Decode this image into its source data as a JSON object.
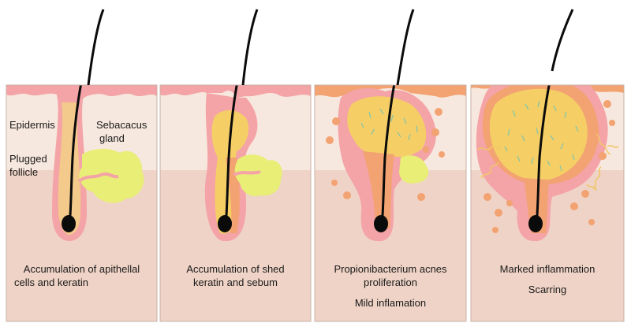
{
  "labels": {
    "epidermis": "Epidermis",
    "sebaceous_line1": "Sebacacus",
    "sebaceous_line2": "gland",
    "plugged_line1": "Plugged",
    "plugged_line2": "follicle"
  },
  "stages": [
    {
      "caption_line1": "Accumulation of apithellal",
      "caption_line2": "cells and keratin",
      "caption_extra": ""
    },
    {
      "caption_line1": "Accumulation of shed",
      "caption_line2": "keratin and sebum",
      "caption_extra": ""
    },
    {
      "caption_line1": "Propionibacterium acnes",
      "caption_line2": "proliferation",
      "caption_extra": "Mild inflamation"
    },
    {
      "caption_line1": "Marked inflammation",
      "caption_line2": "",
      "caption_extra": "Scarring"
    }
  ],
  "colors": {
    "skin_upper": "#f6e8de",
    "skin_lower": "#efd3c6",
    "border": "#c9b2a6",
    "epidermis": "#f4a3a6",
    "follicle_plug": "#f5cf66",
    "sebum": "#e8ee76",
    "inflamed": "#f3a271",
    "hair": "#0b0b0b"
  }
}
